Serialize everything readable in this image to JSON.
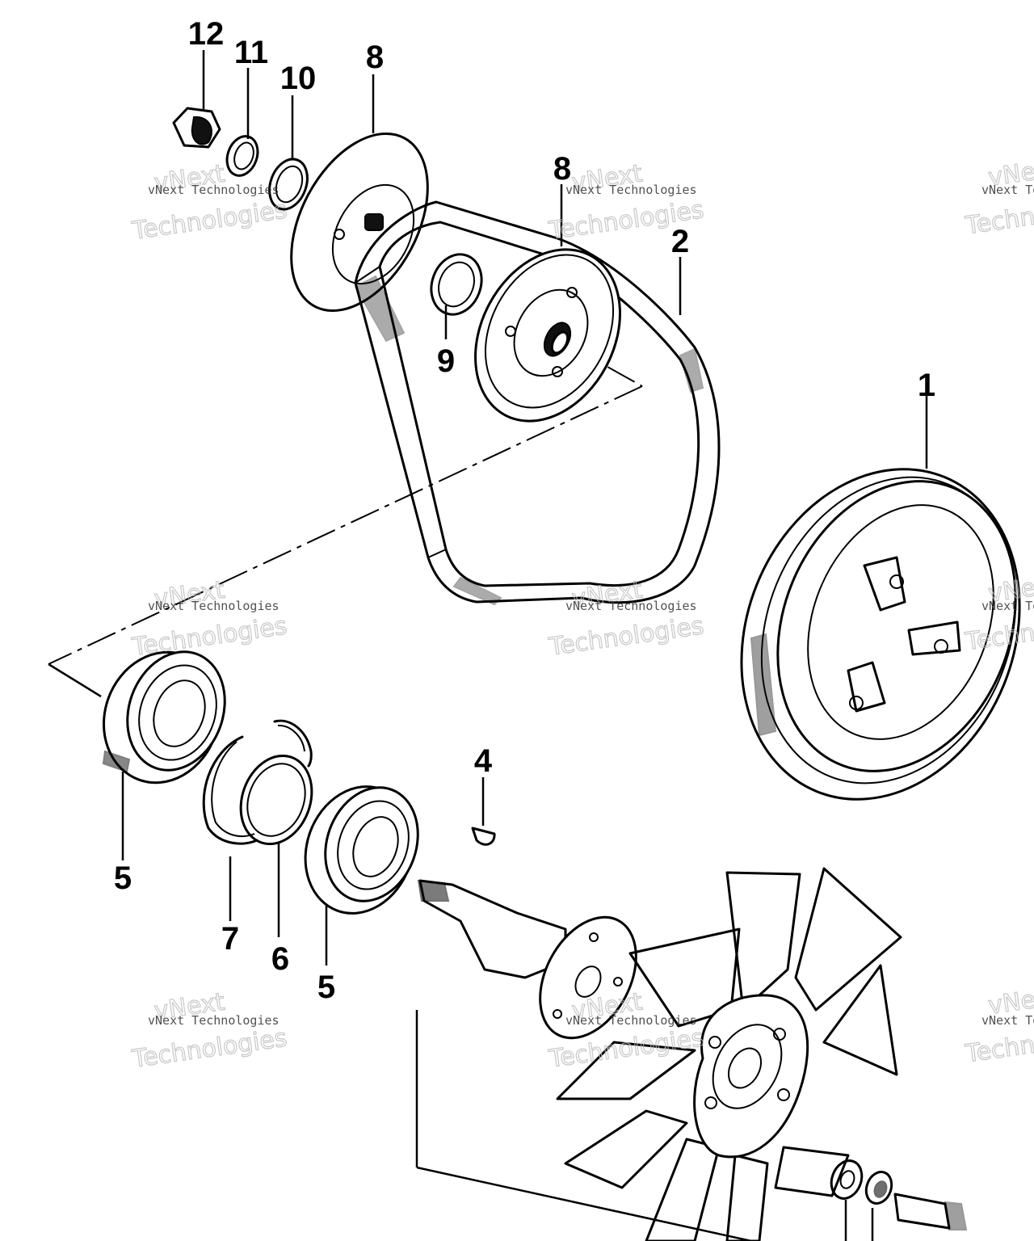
{
  "callouts": {
    "c1": "1",
    "c2": "2",
    "c4": "4",
    "c5a": "5",
    "c5b": "5",
    "c6": "6",
    "c7": "7",
    "c8a": "8",
    "c8b": "8",
    "c9": "9",
    "c10": "10",
    "c11": "11",
    "c12": "12"
  },
  "watermark": {
    "small": "vNext Technologies",
    "large_top": "vNext",
    "large_bottom": "Technologies"
  }
}
